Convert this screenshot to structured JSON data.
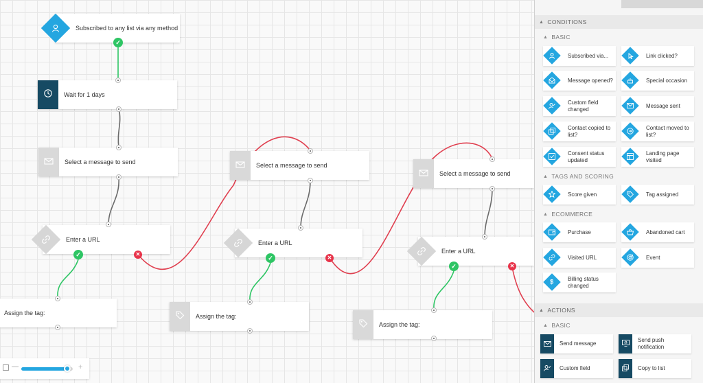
{
  "canvas": {
    "nodes": [
      {
        "id": "trigger",
        "label": "Subscribed to any list via any method",
        "icon": "user-icon"
      },
      {
        "id": "wait",
        "label": "Wait for 1 days",
        "icon": "clock-icon"
      },
      {
        "id": "msg1",
        "label": "Select a message to send",
        "icon": "envelope-icon"
      },
      {
        "id": "msg2",
        "label": "Select a message to send",
        "icon": "envelope-icon"
      },
      {
        "id": "msg3",
        "label": "Select a message to send",
        "icon": "envelope-icon"
      },
      {
        "id": "url1",
        "label": "Enter a URL",
        "icon": "link-icon"
      },
      {
        "id": "url2",
        "label": "Enter a URL",
        "icon": "link-icon"
      },
      {
        "id": "url3",
        "label": "Enter a URL",
        "icon": "link-icon"
      },
      {
        "id": "tag1",
        "label": "Assign the tag:",
        "icon": "tag-icon"
      },
      {
        "id": "tag2",
        "label": "Assign the tag:",
        "icon": "tag-icon"
      },
      {
        "id": "tag3",
        "label": "Assign the tag:",
        "icon": "tag-icon"
      }
    ],
    "colors": {
      "accent": "#24a6e0",
      "dark": "#164a63",
      "yes": "#2ec564",
      "no": "#e8334a"
    }
  },
  "zoom": {
    "level_fraction": 0.95,
    "fit_icon": "fit-screen-icon",
    "minus": "—",
    "plus": "+"
  },
  "panel": {
    "conditions": {
      "title": "CONDITIONS",
      "basic": {
        "title": "BASIC",
        "items": [
          {
            "label": "Subscribed via...",
            "icon": "user-icon"
          },
          {
            "label": "Link clicked?",
            "icon": "cursor-click-icon"
          },
          {
            "label": "Message opened?",
            "icon": "envelope-open-icon"
          },
          {
            "label": "Special occasion",
            "icon": "cake-icon"
          },
          {
            "label": "Custom field changed",
            "icon": "user-edit-icon"
          },
          {
            "label": "Message sent",
            "icon": "envelope-icon"
          },
          {
            "label": "Contact copied to list?",
            "icon": "copy-icon"
          },
          {
            "label": "Contact moved to list?",
            "icon": "arrow-right-circle-icon"
          },
          {
            "label": "Consent status updated",
            "icon": "checkbox-icon"
          },
          {
            "label": "Landing page visited",
            "icon": "layout-icon"
          }
        ]
      },
      "tags": {
        "title": "TAGS AND SCORING",
        "items": [
          {
            "label": "Score given",
            "icon": "star-icon"
          },
          {
            "label": "Tag assigned",
            "icon": "tag-icon"
          }
        ]
      },
      "ecommerce": {
        "title": "ECOMMERCE",
        "items": [
          {
            "label": "Purchase",
            "icon": "wallet-icon"
          },
          {
            "label": "Abandoned cart",
            "icon": "basket-icon"
          },
          {
            "label": "Visited URL",
            "icon": "link-icon"
          },
          {
            "label": "Event",
            "icon": "target-icon"
          },
          {
            "label": "Billing status changed",
            "icon": "dollar-icon"
          }
        ]
      }
    },
    "actions": {
      "title": "ACTIONS",
      "basic": {
        "title": "BASIC",
        "items": [
          {
            "label": "Send message",
            "icon": "envelope-icon"
          },
          {
            "label": "Send push notification",
            "icon": "bell-screen-icon"
          },
          {
            "label": "Custom field",
            "icon": "user-edit-icon"
          },
          {
            "label": "Copy to list",
            "icon": "copy-icon"
          }
        ]
      }
    }
  }
}
